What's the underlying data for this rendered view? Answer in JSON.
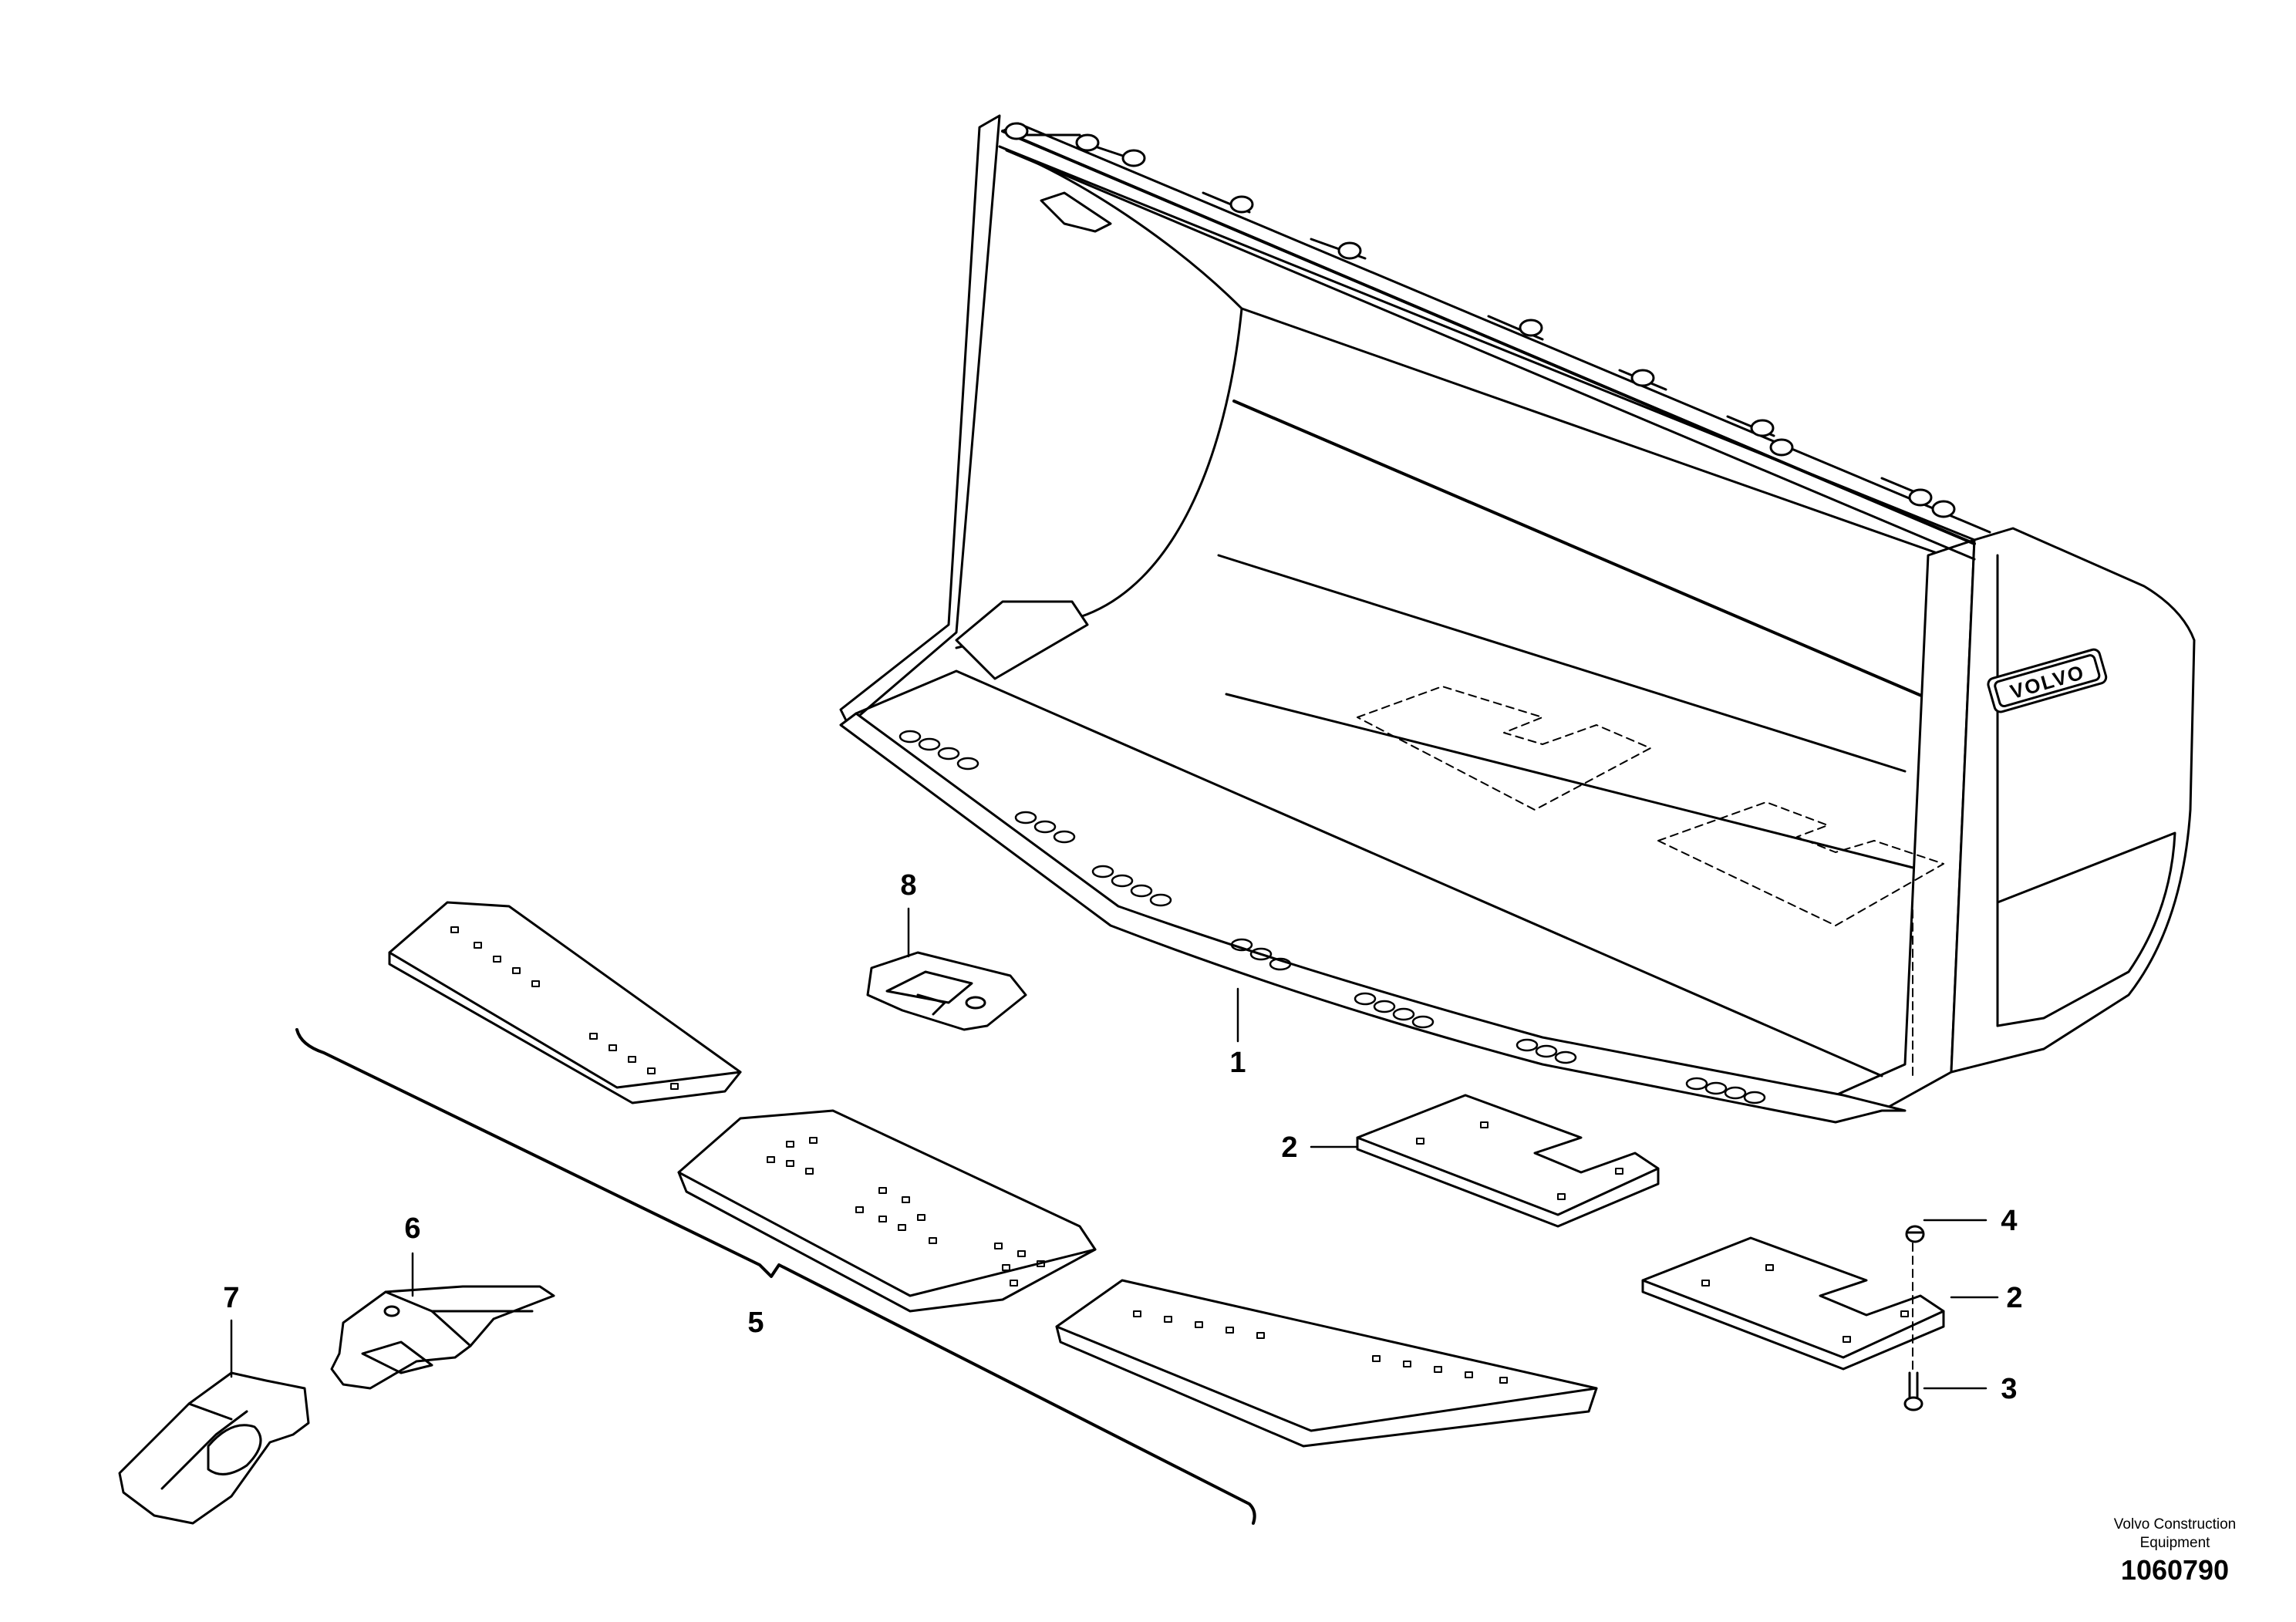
{
  "callouts": {
    "c1": "1",
    "c2a": "2",
    "c2b": "2",
    "c3": "3",
    "c4": "4",
    "c5": "5",
    "c6": "6",
    "c7": "7",
    "c8": "8"
  },
  "brand_logo": "VOLVO",
  "footer": {
    "company_line1": "Volvo Construction",
    "company_line2": "Equipment",
    "part_number": "1060790"
  }
}
